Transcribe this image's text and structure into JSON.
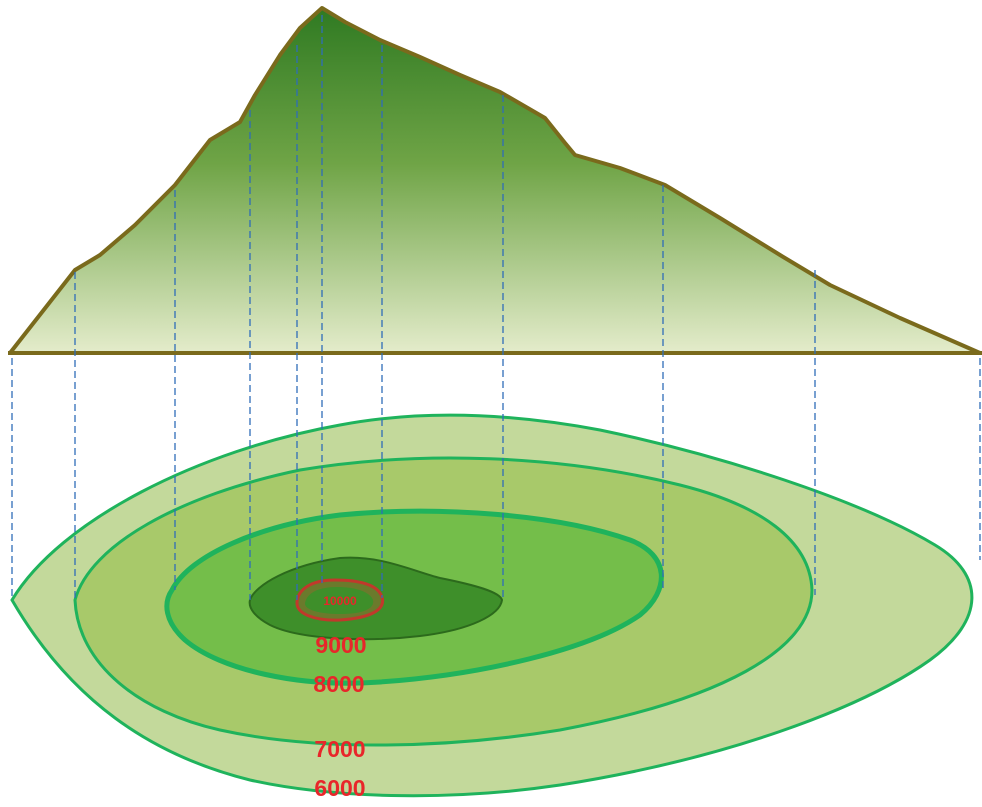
{
  "diagram": {
    "contour_labels": [
      "10000",
      "9000",
      "8000",
      "7000",
      "6000"
    ],
    "colors": {
      "mountain_top": "#2f7a22",
      "mountain_bottom": "#e4eccb",
      "mountain_outline": "#7a6a1c",
      "guide_line": "#2f6db8",
      "contour_6000_fill": "#c3d99b",
      "contour_7000_fill": "#a8c96a",
      "contour_8000_fill": "#74be4a",
      "contour_9000_fill": "#3e8f2a",
      "contour_10000_fill": "#6b7a2c",
      "contour_stroke": "#1fb35c",
      "label_color": "#e8262a"
    }
  }
}
